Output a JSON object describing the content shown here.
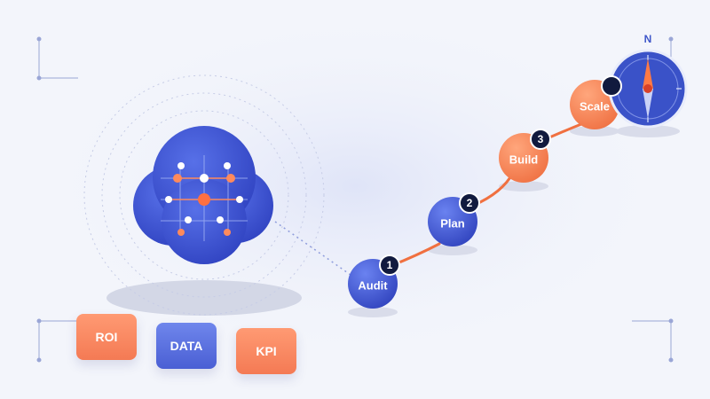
{
  "steps": [
    {
      "label": "Audit",
      "number": "1"
    },
    {
      "label": "Plan",
      "number": "2"
    },
    {
      "label": "Build",
      "number": "3"
    },
    {
      "label": "Scale",
      "number": ""
    }
  ],
  "tags": [
    "ROI",
    "DATA",
    "KPI"
  ],
  "compass": {
    "north_label": "N"
  },
  "colors": {
    "blue": "#4a5fd4",
    "orange": "#f47a54",
    "badge": "#111a3e",
    "path": "#f07040"
  },
  "icons": [
    "cloud-network-icon",
    "compass-icon"
  ]
}
